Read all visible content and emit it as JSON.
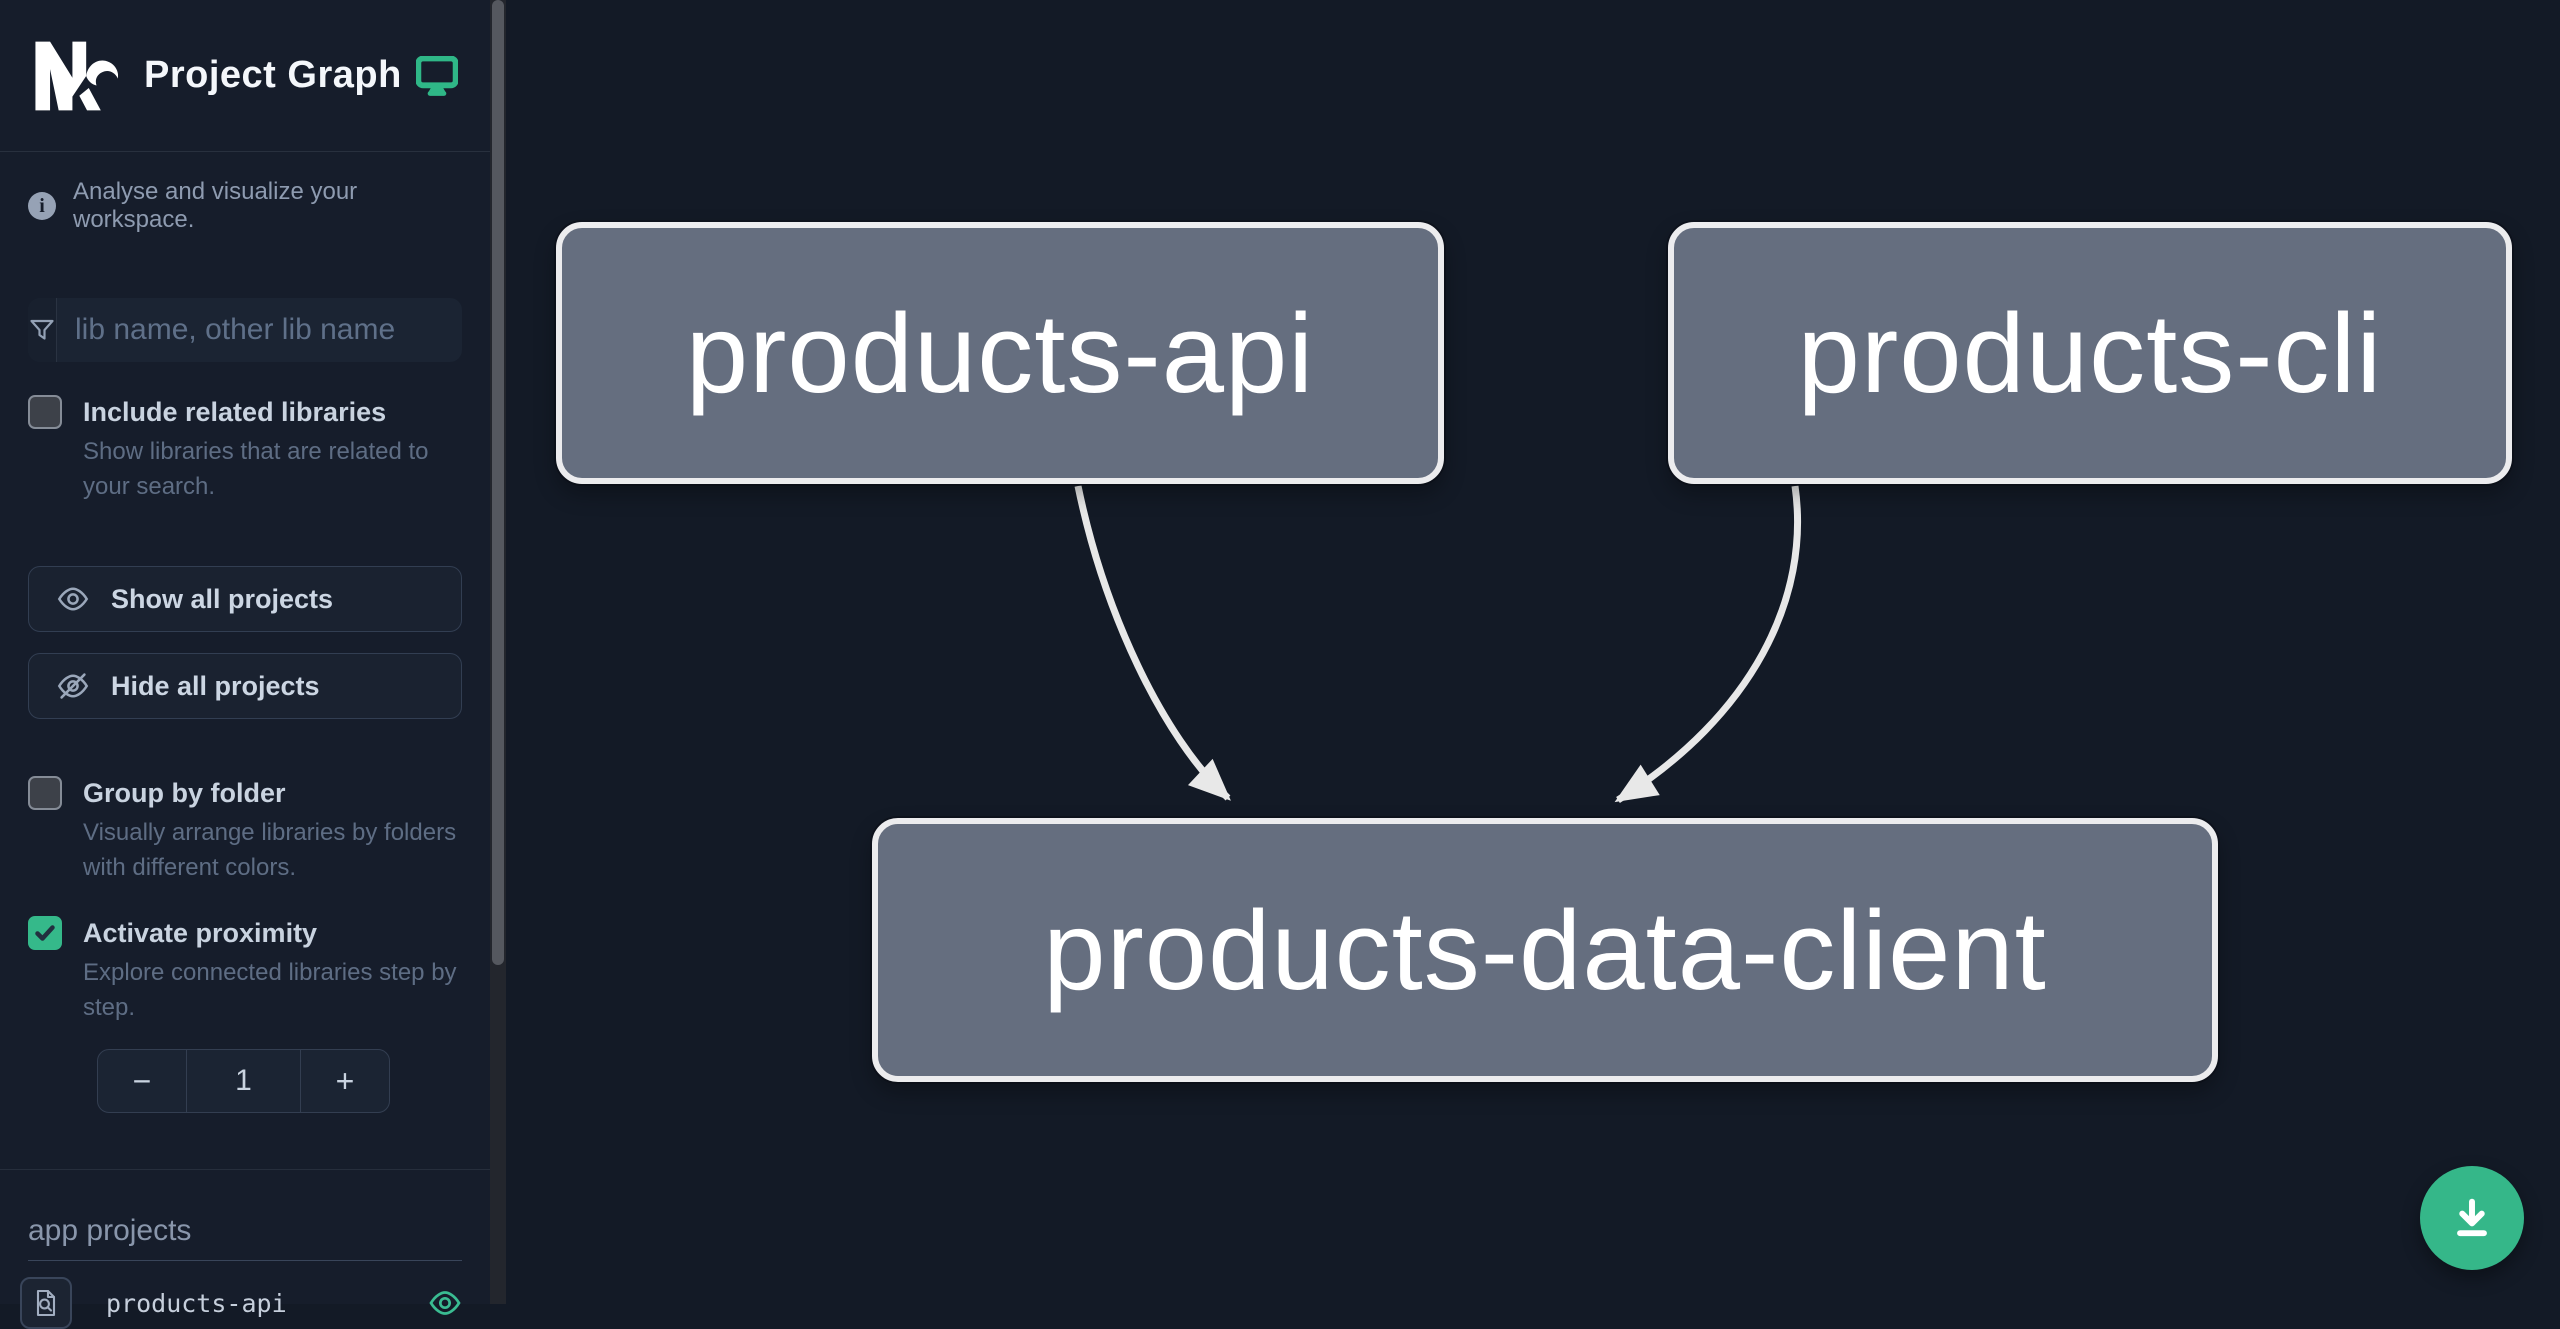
{
  "header": {
    "title": "Project Graph",
    "logo": "nx-logo",
    "monitor_icon": "monitor-icon"
  },
  "sidebar": {
    "tagline": "Analyse and visualize your workspace.",
    "filter": {
      "placeholder": "lib name, other lib name",
      "icon": "funnel-icon"
    },
    "checkboxes": [
      {
        "label": "Include related libraries",
        "description": "Show libraries that are related to your search.",
        "checked": false
      },
      {
        "label": "Group by folder",
        "description": "Visually arrange libraries by folders with different colors.",
        "checked": false
      },
      {
        "label": "Activate proximity",
        "description": "Explore connected libraries step by step.",
        "checked": true
      }
    ],
    "buttons": {
      "show_all": "Show all projects",
      "hide_all": "Hide all projects"
    },
    "proximity_stepper": {
      "decrement": "−",
      "value": "1",
      "increment": "+"
    },
    "projects_section": {
      "heading": "app projects",
      "items": [
        {
          "name": "products-api",
          "focus_icon": "document-search-icon",
          "visibility_icon": "eye-icon"
        }
      ]
    }
  },
  "graph": {
    "nodes": [
      {
        "id": "products-api",
        "label": "products-api"
      },
      {
        "id": "products-cli",
        "label": "products-cli"
      },
      {
        "id": "products-data-client",
        "label": "products-data-client"
      }
    ],
    "edges": [
      {
        "from": "products-api",
        "to": "products-data-client"
      },
      {
        "from": "products-cli",
        "to": "products-data-client"
      }
    ]
  },
  "fab": {
    "icon": "download-icon"
  },
  "colors": {
    "accent_green": "#35b789",
    "sidebar_bg": "#161d2b",
    "canvas_bg": "#131a26",
    "node_fill": "#656e7f",
    "node_border": "#ececee",
    "edge": "#e8e8e8"
  }
}
